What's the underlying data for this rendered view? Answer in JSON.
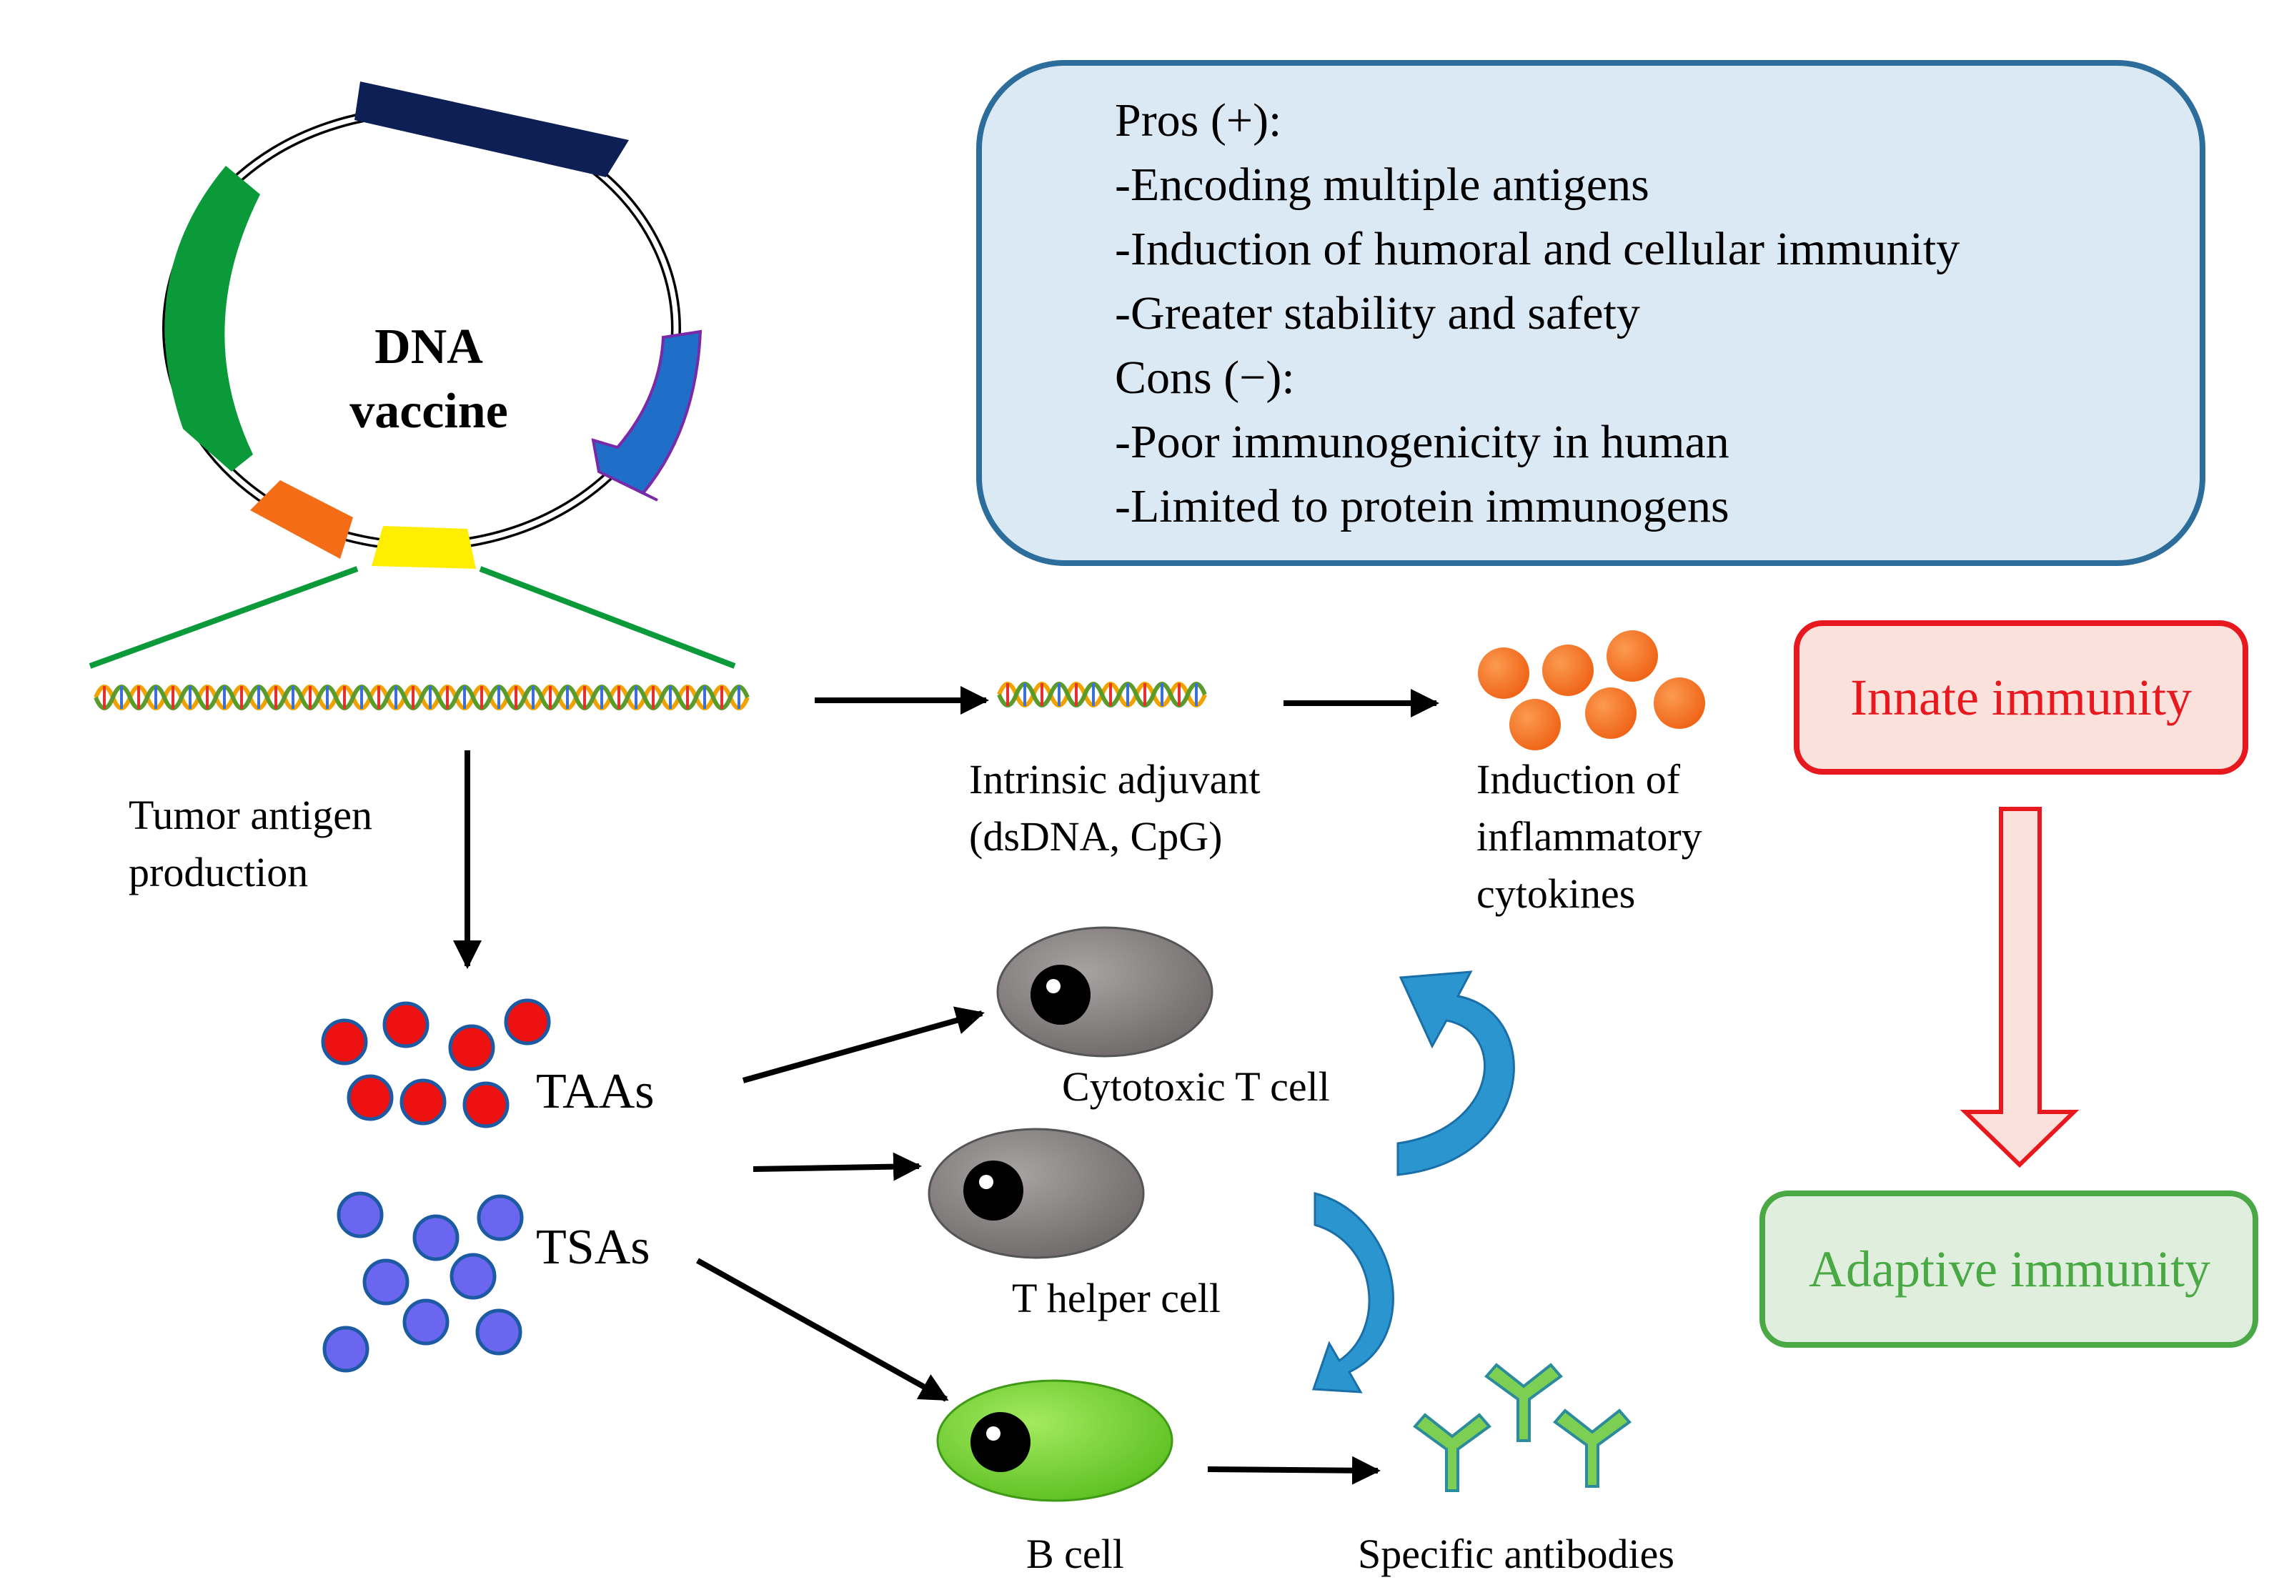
{
  "plasmid": {
    "title_line1": "DNA",
    "title_line2": "vaccine"
  },
  "pros_cons": {
    "pros_heading": "Pros (+):",
    "pros": [
      "-Encoding multiple antigens",
      "-Induction of humoral and cellular immunity",
      "-Greater stability and safety"
    ],
    "cons_heading": "Cons (−):",
    "cons": [
      "-Poor immunogenicity in human",
      "-Limited to protein immunogens"
    ]
  },
  "labels": {
    "tumor_antigen_line1": "Tumor antigen",
    "tumor_antigen_line2": "production",
    "adjuvant_line1": "Intrinsic adjuvant",
    "adjuvant_line2": "(dsDNA, CpG)",
    "induction_line1": "Induction of",
    "induction_line2": "inflammatory",
    "induction_line3": "cytokines",
    "taas": "TAAs",
    "tsas": "TSAs",
    "cytotoxic": "Cytotoxic T cell",
    "helper": "T helper cell",
    "bcell": "B cell",
    "antibodies": "Specific antibodies"
  },
  "immunity": {
    "innate": "Innate immunity",
    "adaptive": "Adaptive immunity"
  },
  "colors": {
    "panel_fill": "#dbe9f5",
    "panel_stroke": "#2c6d9b",
    "innate_stroke": "#e8181f",
    "innate_fill": "#fbe1dc",
    "innate_text": "#e8181f",
    "adaptive_stroke": "#4aa945",
    "adaptive_fill": "#dfeedd",
    "adaptive_text": "#4aa945",
    "taa_red": "#ee1111",
    "tsa_blue": "#6a66ef",
    "cytokine_orange": "#f57622",
    "cell_gray": "#8b8686",
    "bcell_green": "#7ed43a",
    "antibody_green": "#7ccf52",
    "curved_arrow_blue": "#2b95cf"
  }
}
